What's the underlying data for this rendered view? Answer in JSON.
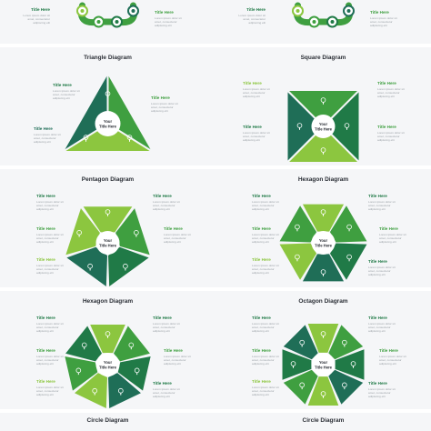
{
  "colors": {
    "green_light": "#8cc63f",
    "green_mid": "#3f9f40",
    "green_dark": "#207a47",
    "green_teal": "#1f6e57",
    "panel_bg": "#f5f6f8",
    "title_text": "#2b2f36",
    "body_text": "#9aa0a6"
  },
  "common": {
    "item_title": "Title Here",
    "center_line1": "Your",
    "center_line2": "Title Here",
    "desc_line1": "Lorem ipsum dolor sit",
    "desc_line2": "amet, consectetur",
    "desc_line3": "adipiscing elit"
  },
  "diagrams": [
    {
      "title": "",
      "shape": "chain",
      "icons": [
        "tree-icon",
        "leaf-icon",
        "bulb-icon",
        "drop-icon"
      ]
    },
    {
      "title": "",
      "shape": "chain",
      "icons": [
        "tree-icon",
        "leaf-icon",
        "bulb-icon",
        "drop-icon"
      ]
    },
    {
      "title": "Triangle Diagram",
      "shape": "triangle",
      "icons": [
        "tree-icon",
        "bulb-icon",
        "hand-leaf-icon"
      ]
    },
    {
      "title": "Square Diagram",
      "shape": "square",
      "icons": [
        "tree-icon",
        "bulb-icon",
        "hand-leaf-icon",
        "leaf-icon"
      ]
    },
    {
      "title": "Pentagon Diagram",
      "shape": "pentagon",
      "icons": [
        "tree-icon",
        "bulb-icon",
        "leaf-icon",
        "drop-icon",
        "hand-leaf-icon"
      ]
    },
    {
      "title": "Hexagon Diagram",
      "shape": "hexagon",
      "icons": [
        "tree-icon",
        "bulb-icon",
        "leaf-icon",
        "drop-icon",
        "hand-leaf-icon",
        "gear-icon"
      ]
    },
    {
      "title": "Hexagon Diagram",
      "shape": "heptagon",
      "icons": [
        "tree-icon",
        "bulb-icon",
        "leaf-icon",
        "drop-icon",
        "hand-leaf-icon",
        "gear-icon",
        "recycle-icon"
      ]
    },
    {
      "title": "Octagon Diagram",
      "shape": "octagon",
      "icons": [
        "tree-icon",
        "bulb-icon",
        "leaf-icon",
        "drop-icon",
        "hand-leaf-icon",
        "gear-icon",
        "recycle-icon",
        "plant-icon"
      ]
    },
    {
      "title": "Circle Diagram",
      "shape": "circle",
      "icons": []
    },
    {
      "title": "Circle Diagram",
      "shape": "circle",
      "icons": []
    }
  ]
}
